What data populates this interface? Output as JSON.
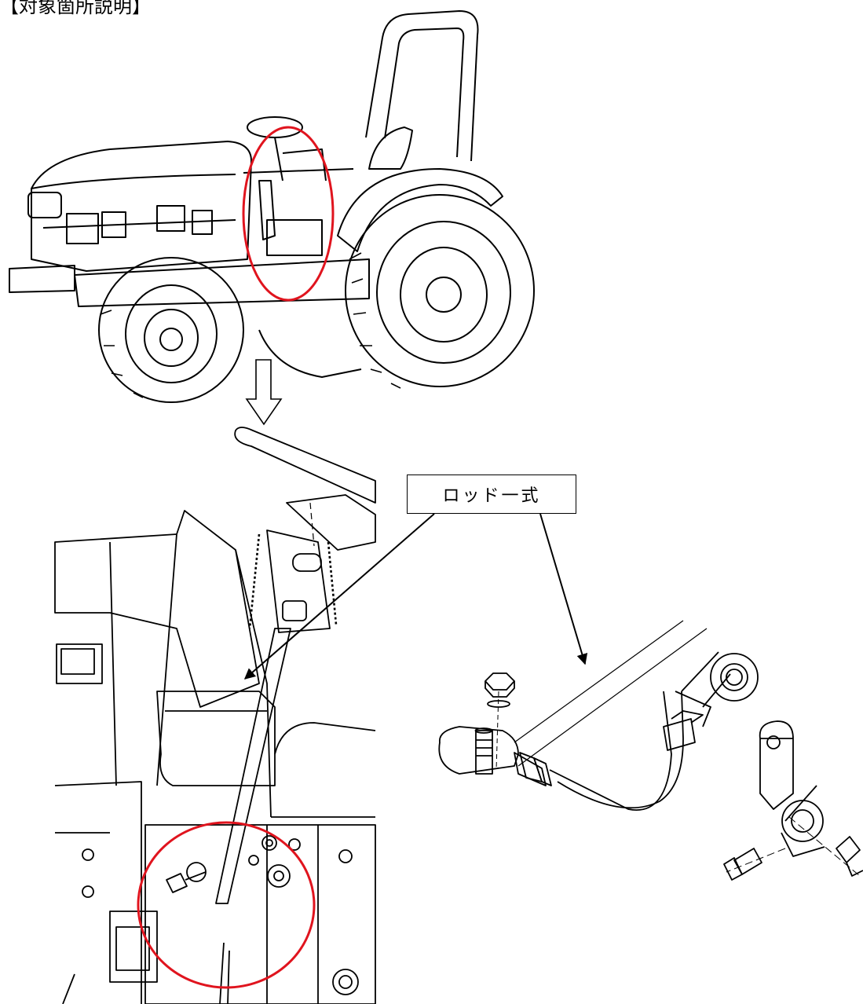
{
  "heading": "【対象箇所説明】",
  "callout_label": "ロッド一式",
  "parts": [
    {
      "name": "tractor-overview"
    },
    {
      "name": "steering-detail"
    },
    {
      "name": "rod-assembly"
    },
    {
      "name": "lever-bracket"
    }
  ],
  "colors": {
    "line": "#000000",
    "highlight": "#e0141e",
    "background": "#ffffff"
  }
}
